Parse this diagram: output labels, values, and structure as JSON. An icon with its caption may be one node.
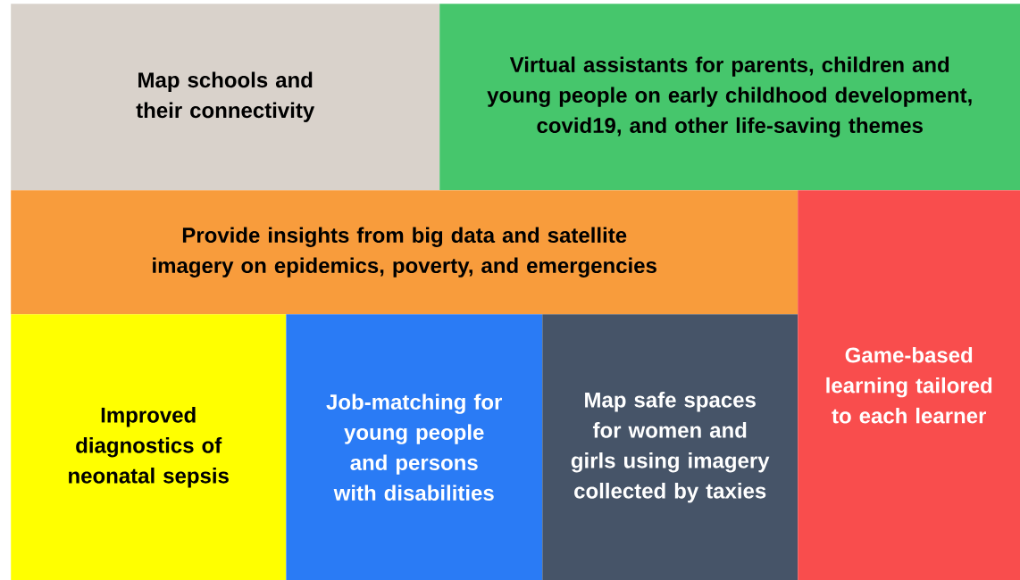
{
  "diagram": {
    "nodes": [
      {
        "text": [
          "Map schools and their connectivity"
        ]
      },
      {
        "text": [
          "Virtual assistants for parents, children and young people on early childhood development, covid19, and other life-saving themes"
        ]
      },
      {
        "text": [
          "Provide insights from big data and satellite imagery on epidemics, poverty, and emergencies"
        ]
      },
      {
        "text": [
          "Game-based learning tailored to each learner"
        ]
      },
      {
        "text": [
          "Improved diagnostics of neonatal sepsis"
        ]
      },
      {
        "text": [
          "Job-matching for young people and persons with disabilities"
        ]
      },
      {
        "text": [
          "Map safe spaces for women and girls using imagery collected by taxies"
        ]
      }
    ]
  }
}
